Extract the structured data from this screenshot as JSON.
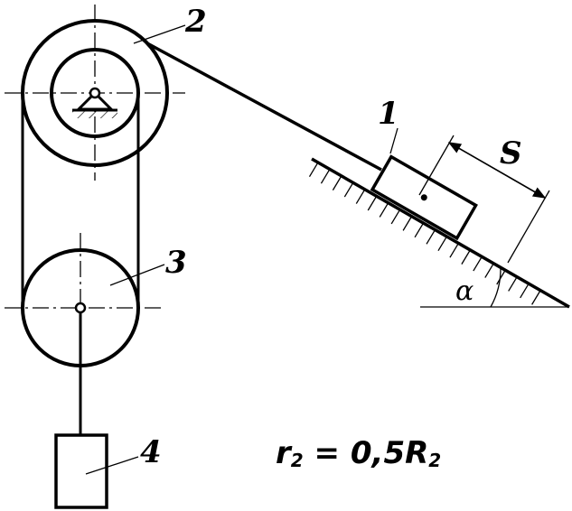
{
  "labels": {
    "block": "1",
    "pulley_stepped": "2",
    "pulley_movable": "3",
    "weight": "4",
    "displacement": "S",
    "angle": "α"
  },
  "formula": {
    "r": "r",
    "r_sub": "2",
    "op": " = 0,5R",
    "R_sub": "2"
  }
}
